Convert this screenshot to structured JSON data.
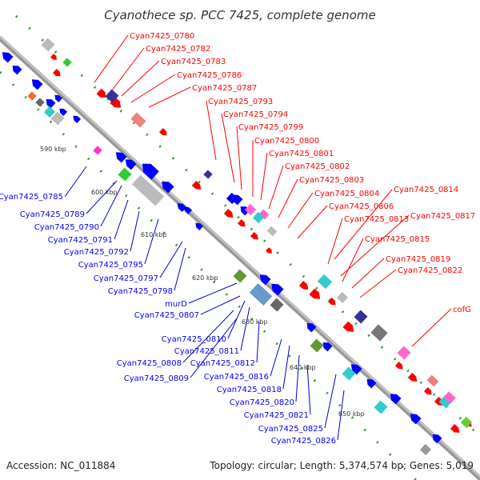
{
  "title": "Cyanothece sp. PCC 7425, complete genome",
  "accession": "Accession: NC_011884",
  "topology": "Topology: circular; Length: 5,374,574 bp; Genes: 5,019",
  "colors": {
    "forward_label": "#ff0000",
    "reverse_label": "#0000ff",
    "backbone": "#9a9a9a",
    "gc_dots": "#339933"
  },
  "ticks": [
    "590 kbp",
    "600 kbp",
    "610 kbp",
    "620 kbp",
    "630 kbp",
    "640 kbp",
    "650 kbp"
  ],
  "forward_labels": [
    "Cyan7425_0780",
    "Cyan7425_0782",
    "Cyan7425_0783",
    "Cyan7425_0786",
    "Cyan7425_0787",
    "Cyan7425_0793",
    "Cyan7425_0794",
    "Cyan7425_0799",
    "Cyan7425_0800",
    "Cyan7425_0801",
    "Cyan7425_0802",
    "Cyan7425_0803",
    "Cyan7425_0804",
    "Cyan7425_0806",
    "Cyan7425_0814",
    "Cyan7425_0813",
    "Cyan7425_0817",
    "Cyan7425_0815",
    "Cyan7425_0819",
    "Cyan7425_0822",
    "cofG"
  ],
  "reverse_labels": [
    "Cyan7425_0785",
    "Cyan7425_0789",
    "Cyan7425_0790",
    "Cyan7425_0791",
    "Cyan7425_0792",
    "Cyan7425_0795",
    "Cyan7425_0797",
    "Cyan7425_0798",
    "murD",
    "Cyan7425_0807",
    "Cyan7425_0810",
    "Cyan7425_0811",
    "Cyan7425_0808",
    "Cyan7425_0812",
    "Cyan7425_0809",
    "Cyan7425_0816",
    "Cyan7425_0818",
    "Cyan7425_0820",
    "Cyan7425_0821",
    "Cyan7425_0825",
    "Cyan7425_0826"
  ]
}
